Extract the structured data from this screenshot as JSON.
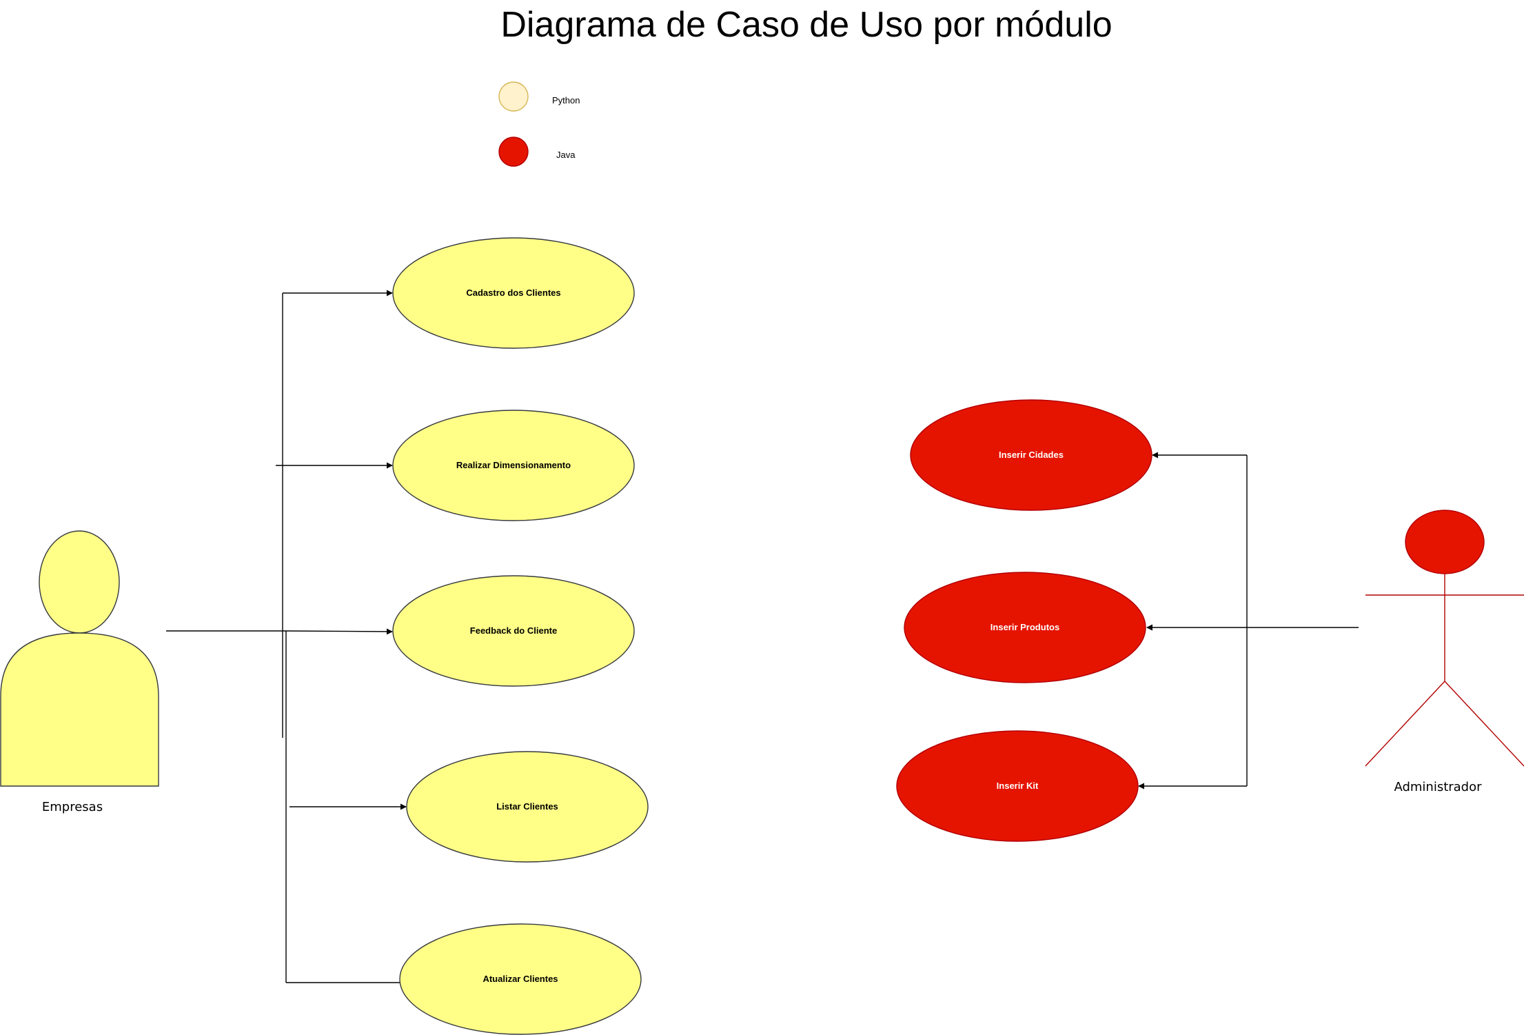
{
  "title": "Diagrama de Caso de Uso por módulo",
  "legend": [
    {
      "label": "Python",
      "color": "#FFF2CC",
      "stroke": "#D6B656"
    },
    {
      "label": "Java",
      "color": "#E51400",
      "stroke": "#B20000"
    }
  ],
  "actors": {
    "empresas": {
      "label": "Empresas",
      "fill": "#FFFF88",
      "stroke": "#36393D"
    },
    "administrador": {
      "label": "Administrador",
      "fill": "#E51400",
      "stroke": "#B20000"
    }
  },
  "use_cases_python": [
    {
      "label": "Cadastro dos Clientes"
    },
    {
      "label": "Realizar Dimensionamento"
    },
    {
      "label": "Feedback do Cliente"
    },
    {
      "label": "Listar Clientes"
    },
    {
      "label": "Atualizar Clientes"
    }
  ],
  "use_cases_java": [
    {
      "label": "Inserir Cidades"
    },
    {
      "label": "Inserir Produtos"
    },
    {
      "label": "Inserir Kit"
    }
  ],
  "colors": {
    "python_usecase_fill": "#FFFF88",
    "python_usecase_stroke": "#36393D",
    "java_usecase_fill": "#E51400",
    "java_usecase_stroke": "#B20000",
    "java_usecase_text": "#FFFFFF",
    "connector": "#000000"
  }
}
